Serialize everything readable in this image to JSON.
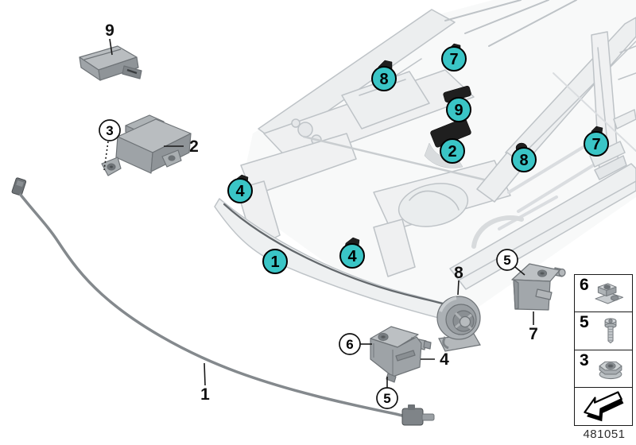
{
  "diagram": {
    "number": "481051",
    "colors": {
      "callout_fill": "#3AC5C6",
      "body_line": "#BEC3C7",
      "part_gray": "#9EA3A7",
      "black_part": "#1F1F1F"
    }
  },
  "part_labels": {
    "p1": "1",
    "p2": "2",
    "p4": "4",
    "p7": "7",
    "p8": "8",
    "p9": "9"
  },
  "callouts": {
    "teal": [
      {
        "label": "1"
      },
      {
        "label": "2"
      },
      {
        "label": "4"
      },
      {
        "label": "4"
      },
      {
        "label": "7"
      },
      {
        "label": "7"
      },
      {
        "label": "8"
      },
      {
        "label": "8"
      },
      {
        "label": "9"
      }
    ],
    "outline": [
      {
        "label": "3"
      },
      {
        "label": "5"
      },
      {
        "label": "5"
      },
      {
        "label": "6"
      }
    ]
  },
  "legend": {
    "rows": [
      {
        "label": "6",
        "icon": "cage-nut-icon"
      },
      {
        "label": "5",
        "icon": "screw-icon"
      },
      {
        "label": "3",
        "icon": "flange-nut-icon"
      },
      {
        "label": "",
        "icon": "direction-arrow-icon"
      }
    ]
  }
}
